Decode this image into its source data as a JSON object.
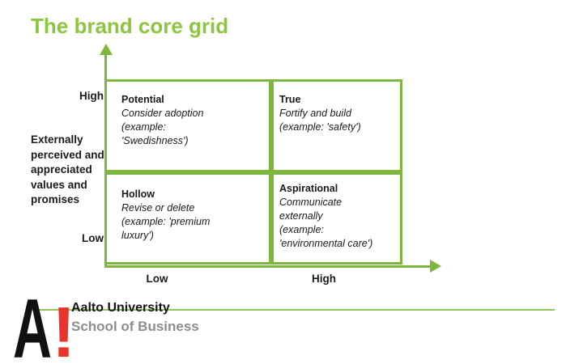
{
  "colors": {
    "title_green": "#8CC63F",
    "line_green": "#7EB63E",
    "logo_line_green": "#93C45C",
    "logo_red": "#E8352C",
    "logo_gray": "#8D8D8D",
    "text_black": "#1a1a1a"
  },
  "title": "The brand core grid",
  "y_axis": {
    "high": "High",
    "label": "Externally perceived and appreciated values and promises",
    "low": "Low"
  },
  "x_axis": {
    "low": "Low",
    "high": "High"
  },
  "quadrants": {
    "top_left": {
      "name": "Potential",
      "lines": [
        "Consider adoption",
        "(example:",
        "'Swedishness')"
      ]
    },
    "top_right": {
      "name": "True",
      "lines": [
        "Fortify and build",
        "(example: 'safety')"
      ]
    },
    "bottom_left": {
      "name": "Hollow",
      "lines": [
        "Revise or delete",
        "(example: 'premium",
        "luxury')"
      ]
    },
    "bottom_right": {
      "name": "Aspirational",
      "lines": [
        "Communicate",
        "externally",
        "(example:",
        "'environmental care')"
      ]
    }
  },
  "logo": {
    "letter": "A",
    "exclamation": "!",
    "university": "Aalto University",
    "school": "School of Business"
  }
}
